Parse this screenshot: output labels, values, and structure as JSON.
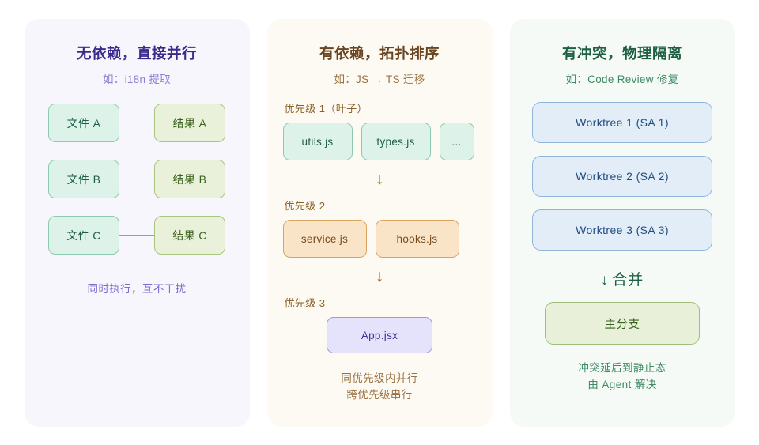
{
  "panels": [
    {
      "id": "no-dependency",
      "title": "无依赖，直接并行",
      "subtitle": "如：i18n 提取",
      "rows": [
        {
          "left": "文件 A",
          "right": "结果 A"
        },
        {
          "left": "文件 B",
          "right": "结果 B"
        },
        {
          "left": "文件 C",
          "right": "结果 C"
        }
      ],
      "note": "同时执行，互不干扰",
      "colors": {
        "background": "#f7f6fc",
        "title": "#3b2a8c",
        "subtitle": "#8b7fd6",
        "note": "#7a6fd0",
        "left_box_fill": "#ddf2e8",
        "left_box_border": "#8cc9b0",
        "right_box_fill": "#e9f1da",
        "right_box_border": "#a9c47e"
      }
    },
    {
      "id": "dependency-topological",
      "title": "有依赖，拓扑排序",
      "subtitle": "如：JS → TS 迁移",
      "levels": [
        {
          "label": "优先级 1（叶子）",
          "items": [
            "utils.js",
            "types.js",
            "..."
          ],
          "style": "green"
        },
        {
          "label": "优先级 2",
          "items": [
            "service.js",
            "hooks.js"
          ],
          "style": "orange"
        },
        {
          "label": "优先级 3",
          "items": [
            "App.jsx"
          ],
          "style": "purple"
        }
      ],
      "arrow": "↓",
      "note_line1": "同优先级内并行",
      "note_line2": "跨优先级串行",
      "colors": {
        "background": "#fdfaf3",
        "title": "#6b4420",
        "subtitle": "#9a7242",
        "label": "#8a6227",
        "arrow": "#9a6a22",
        "note": "#9a7242",
        "green_fill": "#ddf2e8",
        "green_border": "#8cc9b0",
        "orange_fill": "#fae4c8",
        "orange_border": "#d9a45f",
        "purple_fill": "#e4e3fb",
        "purple_border": "#9a97e4"
      }
    },
    {
      "id": "conflict-isolation",
      "title": "有冲突，物理隔离",
      "subtitle": "如：Code Review 修复",
      "worktrees": [
        "Worktree 1 (SA 1)",
        "Worktree 2 (SA 2)",
        "Worktree 3 (SA 3)"
      ],
      "merge_arrow": "↓",
      "merge_label": "合并",
      "main_branch": "主分支",
      "note_line1": "冲突延后到静止态",
      "note_line2": "由 Agent 解决",
      "colors": {
        "background": "#f5faf7",
        "title": "#1d6043",
        "subtitle": "#3d8a63",
        "note": "#3d8a63",
        "worktree_fill": "#e3edf8",
        "worktree_border": "#8fb5db",
        "worktree_text": "#1f4d80",
        "main_fill": "#e8f0da",
        "main_border": "#9dbd78",
        "main_text": "#37601f"
      }
    }
  ]
}
